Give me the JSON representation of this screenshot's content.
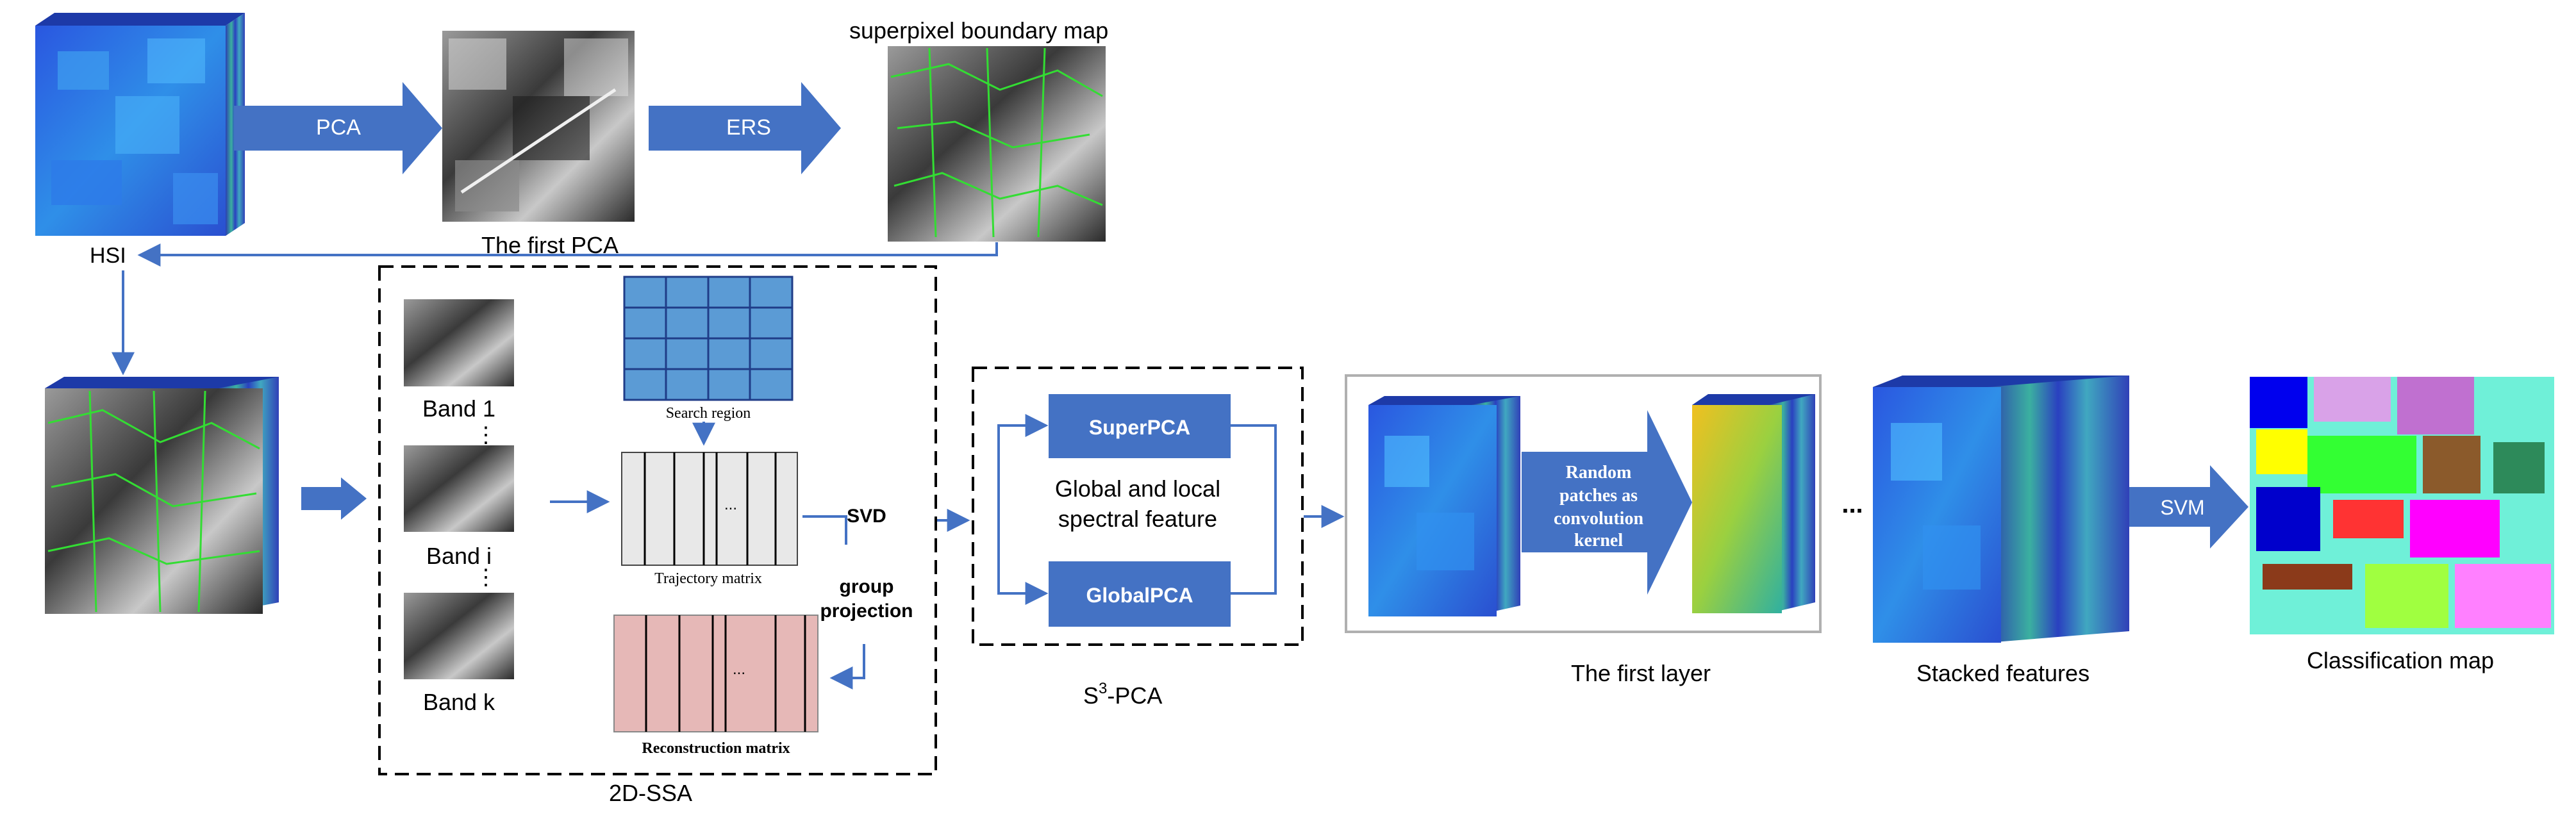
{
  "labels": {
    "superpixel_map": "superpixel boundary map",
    "pca_arrow": "PCA",
    "ers_arrow": "ERS",
    "first_pca": "The first PCA",
    "hsi": "HSI",
    "band_1": "Band 1",
    "band_i": "Band i",
    "band_k": "Band k",
    "dots": "⋮",
    "search_region": "Search region",
    "trajectory_matrix": "Trajectory matrix",
    "reconstruction_matrix": "Reconstruction matrix",
    "matrix_ellipsis": "...",
    "svd_1": "SVD",
    "svd_2": "group",
    "svd_3": "projection",
    "ssa": "2D-SSA",
    "superpca": "SuperPCA",
    "globalpca": "GlobalPCA",
    "global_local_1": "Global and local",
    "global_local_2": "spectral feature",
    "s3pca_prefix": "S",
    "s3pca_sup": "3",
    "s3pca_suffix": "-PCA",
    "random_1": "Random",
    "random_2": "patches as",
    "random_3": "convolution",
    "random_4": "kernel",
    "first_layer": "The first layer",
    "ellipsis": "...",
    "stacked_features": "Stacked features",
    "svm": "SVM",
    "classification_map": "Classification map"
  },
  "colors": {
    "arrow_fill": "#4472c4",
    "connector": "#4472c4",
    "box_fill": "#4472c4",
    "search_grid": "#5b9bd5",
    "trajectory_fill": "#e8e8e8",
    "reconstruction_fill": "#e6b8b7",
    "hsi_blue": "#1e5bd8",
    "dark_navy": "#1f3c88"
  }
}
